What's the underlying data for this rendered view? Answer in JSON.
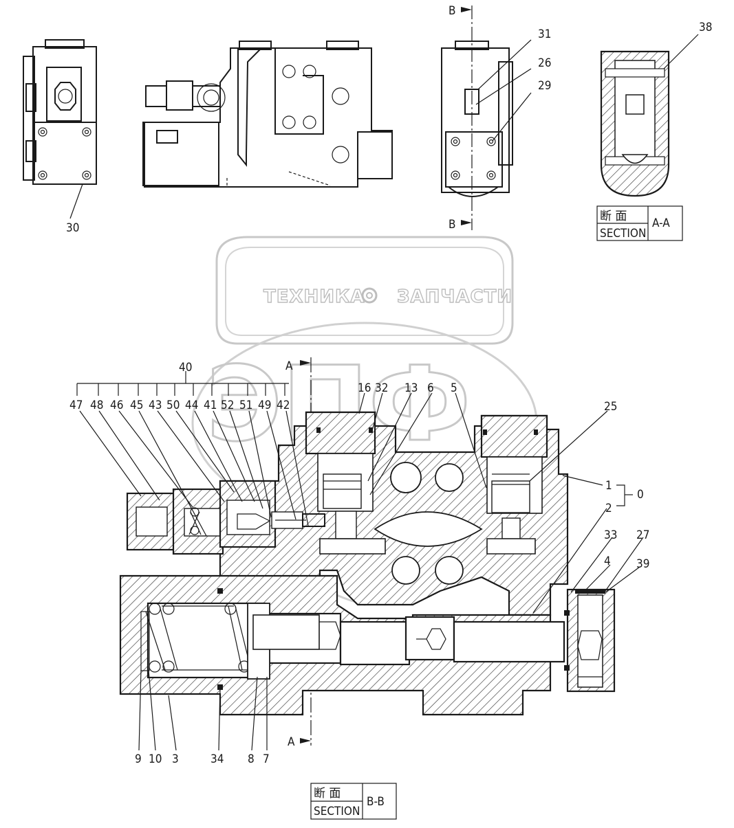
{
  "watermark": {
    "line1": "ТЕХНИКА",
    "line2": "ЗАПЧАСТИ",
    "logo": "ЭПФ"
  },
  "section_markers": {
    "b_top": "B",
    "b_bottom": "B",
    "a_top": "A",
    "a_bottom": "A"
  },
  "section_aa": {
    "cn": "断 面",
    "en": "SECTION",
    "suffix": "A-A"
  },
  "section_bb": {
    "cn": "断 面",
    "en": "SECTION",
    "suffix": "B-B"
  },
  "part_labels": {
    "p30": "30",
    "p31": "31",
    "p26": "26",
    "p29": "29",
    "p38": "38",
    "p40": "40",
    "p47": "47",
    "p48": "48",
    "p46": "46",
    "p45": "45",
    "p43": "43",
    "p50": "50",
    "p44": "44",
    "p41": "41",
    "p52": "52",
    "p51": "51",
    "p49": "49",
    "p42": "42",
    "p16": "16",
    "p32": "32",
    "p13": "13",
    "p6": "6",
    "p5": "5",
    "p25": "25",
    "p1": "1",
    "p0": "0",
    "p2": "2",
    "p33": "33",
    "p27": "27",
    "p4": "4",
    "p39": "39",
    "p9": "9",
    "p10": "10",
    "p3": "3",
    "p34": "34",
    "p8": "8",
    "p7": "7"
  }
}
